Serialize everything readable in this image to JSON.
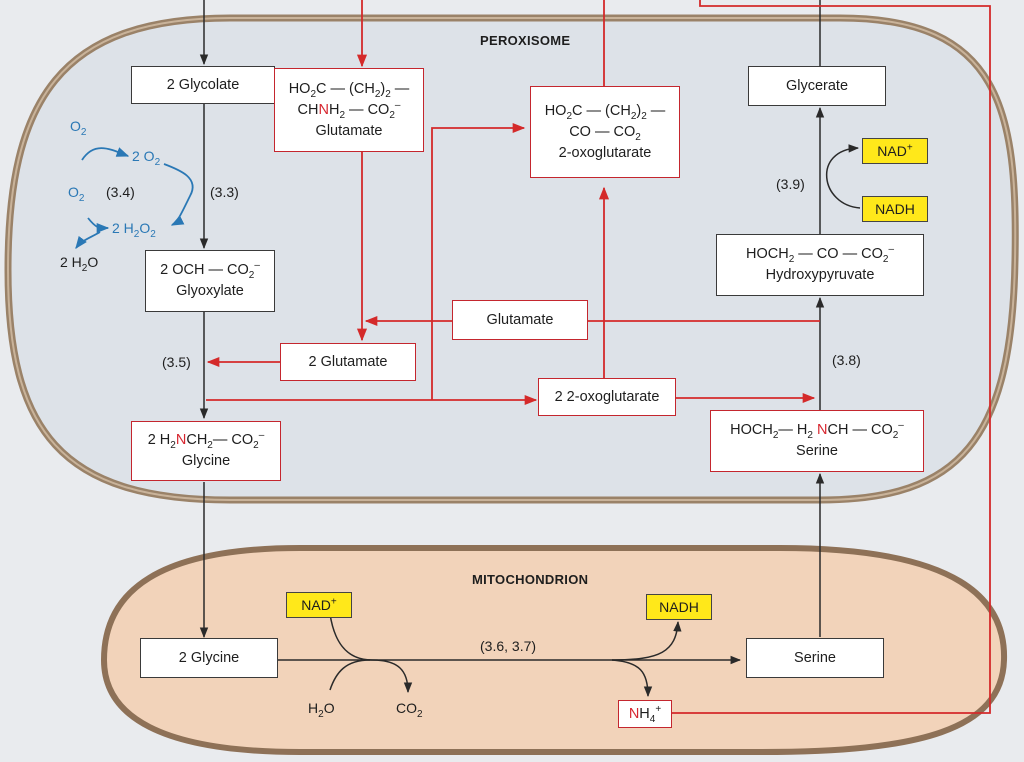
{
  "compartments": {
    "peroxisome": "PEROXISOME",
    "mitochondrion": "MITOCHONDRION"
  },
  "metabolites": {
    "glycolate": "2 Glycolate",
    "glutamate_top": {
      "line1_a": "HO",
      "line1_b": "2",
      "line1_c": "C — (CH",
      "line1_d": "2",
      "line1_e": ")",
      "line1_f": "2",
      "line1_g": " —",
      "line2_a": "CH",
      "line2_n": "N",
      "line2_b": "H",
      "line2_c": "2",
      "line2_d": " — CO",
      "line2_e": "2",
      "line2_f": "–",
      "name": "Glutamate"
    },
    "oxoglutarate_top": {
      "line1_a": "HO",
      "line1_b": "2",
      "line1_c": "C — (CH",
      "line1_d": "2",
      "line1_e": ")",
      "line1_f": "2",
      "line1_g": " —",
      "line2_a": "CO — CO",
      "line2_b": "2",
      "name": "2-oxoglutarate"
    },
    "glycerate": "Glycerate",
    "glyoxylate": {
      "line1_a": "2 OCH — CO",
      "line1_b": "2",
      "line1_c": "–",
      "name": "Glyoxylate"
    },
    "hydroxypyruvate": {
      "line1_a": "HOCH",
      "line1_b": "2",
      "line1_c": " — CO — CO",
      "line1_d": "2",
      "line1_e": "–",
      "name": "Hydroxypyruvate"
    },
    "glutamate_mid": "Glutamate",
    "glutamate_2": "2 Glutamate",
    "oxoglutarate_2": "2 2-oxoglutarate",
    "glycine_perox": {
      "line1_a": "2 H",
      "line1_b": "2",
      "line1_n": "N",
      "line1_c": "CH",
      "line1_d": "2",
      "line1_e": "— CO",
      "line1_f": "2",
      "line1_g": "–",
      "name": "Glycine"
    },
    "serine_perox": {
      "line1_a": "HOCH",
      "line1_b": "2",
      "line1_c": "— H",
      "line1_d": "2",
      "line1_n": " N",
      "line1_e": "CH — CO",
      "line1_f": "2",
      "line1_g": "–",
      "name": "Serine"
    },
    "glycine_mito": "2 Glycine",
    "serine_mito": "Serine",
    "nh4": {
      "n": "N",
      "h": "H",
      "sub": "4",
      "sup": "+"
    }
  },
  "cofactors": {
    "nad_perox": {
      "a": "NAD",
      "b": "+"
    },
    "nadh_perox": "NADH",
    "nad_mito": {
      "a": "NAD",
      "b": "+"
    },
    "nadh_mito": "NADH"
  },
  "side_species": {
    "o2_top": {
      "a": "O",
      "b": "2"
    },
    "two_o2": {
      "a": "2 O",
      "b": "2"
    },
    "o2_left": {
      "a": "O",
      "b": "2"
    },
    "two_h2o2": {
      "a": "2 H",
      "b": "2",
      "c": "O",
      "d": "2"
    },
    "two_h2o": {
      "a": "2 H",
      "b": "2",
      "c": "O"
    },
    "h2o": {
      "a": "H",
      "b": "2",
      "c": "O"
    },
    "co2": {
      "a": "CO",
      "b": "2"
    }
  },
  "reactions": {
    "r33": "(3.3)",
    "r34": "(3.4)",
    "r35": "(3.5)",
    "r36_37": "(3.6, 3.7)",
    "r38": "(3.8)",
    "r39": "(3.9)"
  },
  "colors": {
    "peroxisome_fill": "#dde2e8",
    "peroxisome_border": "#9a8268",
    "mitochondrion_fill": "#f2d3ba",
    "mitochondrion_border": "#8e7157",
    "red_arrow": "#d42a2a",
    "blue": "#2a78b5",
    "black_arrow": "#2a2a2a",
    "cofactor_yellow": "#ffe81a"
  }
}
